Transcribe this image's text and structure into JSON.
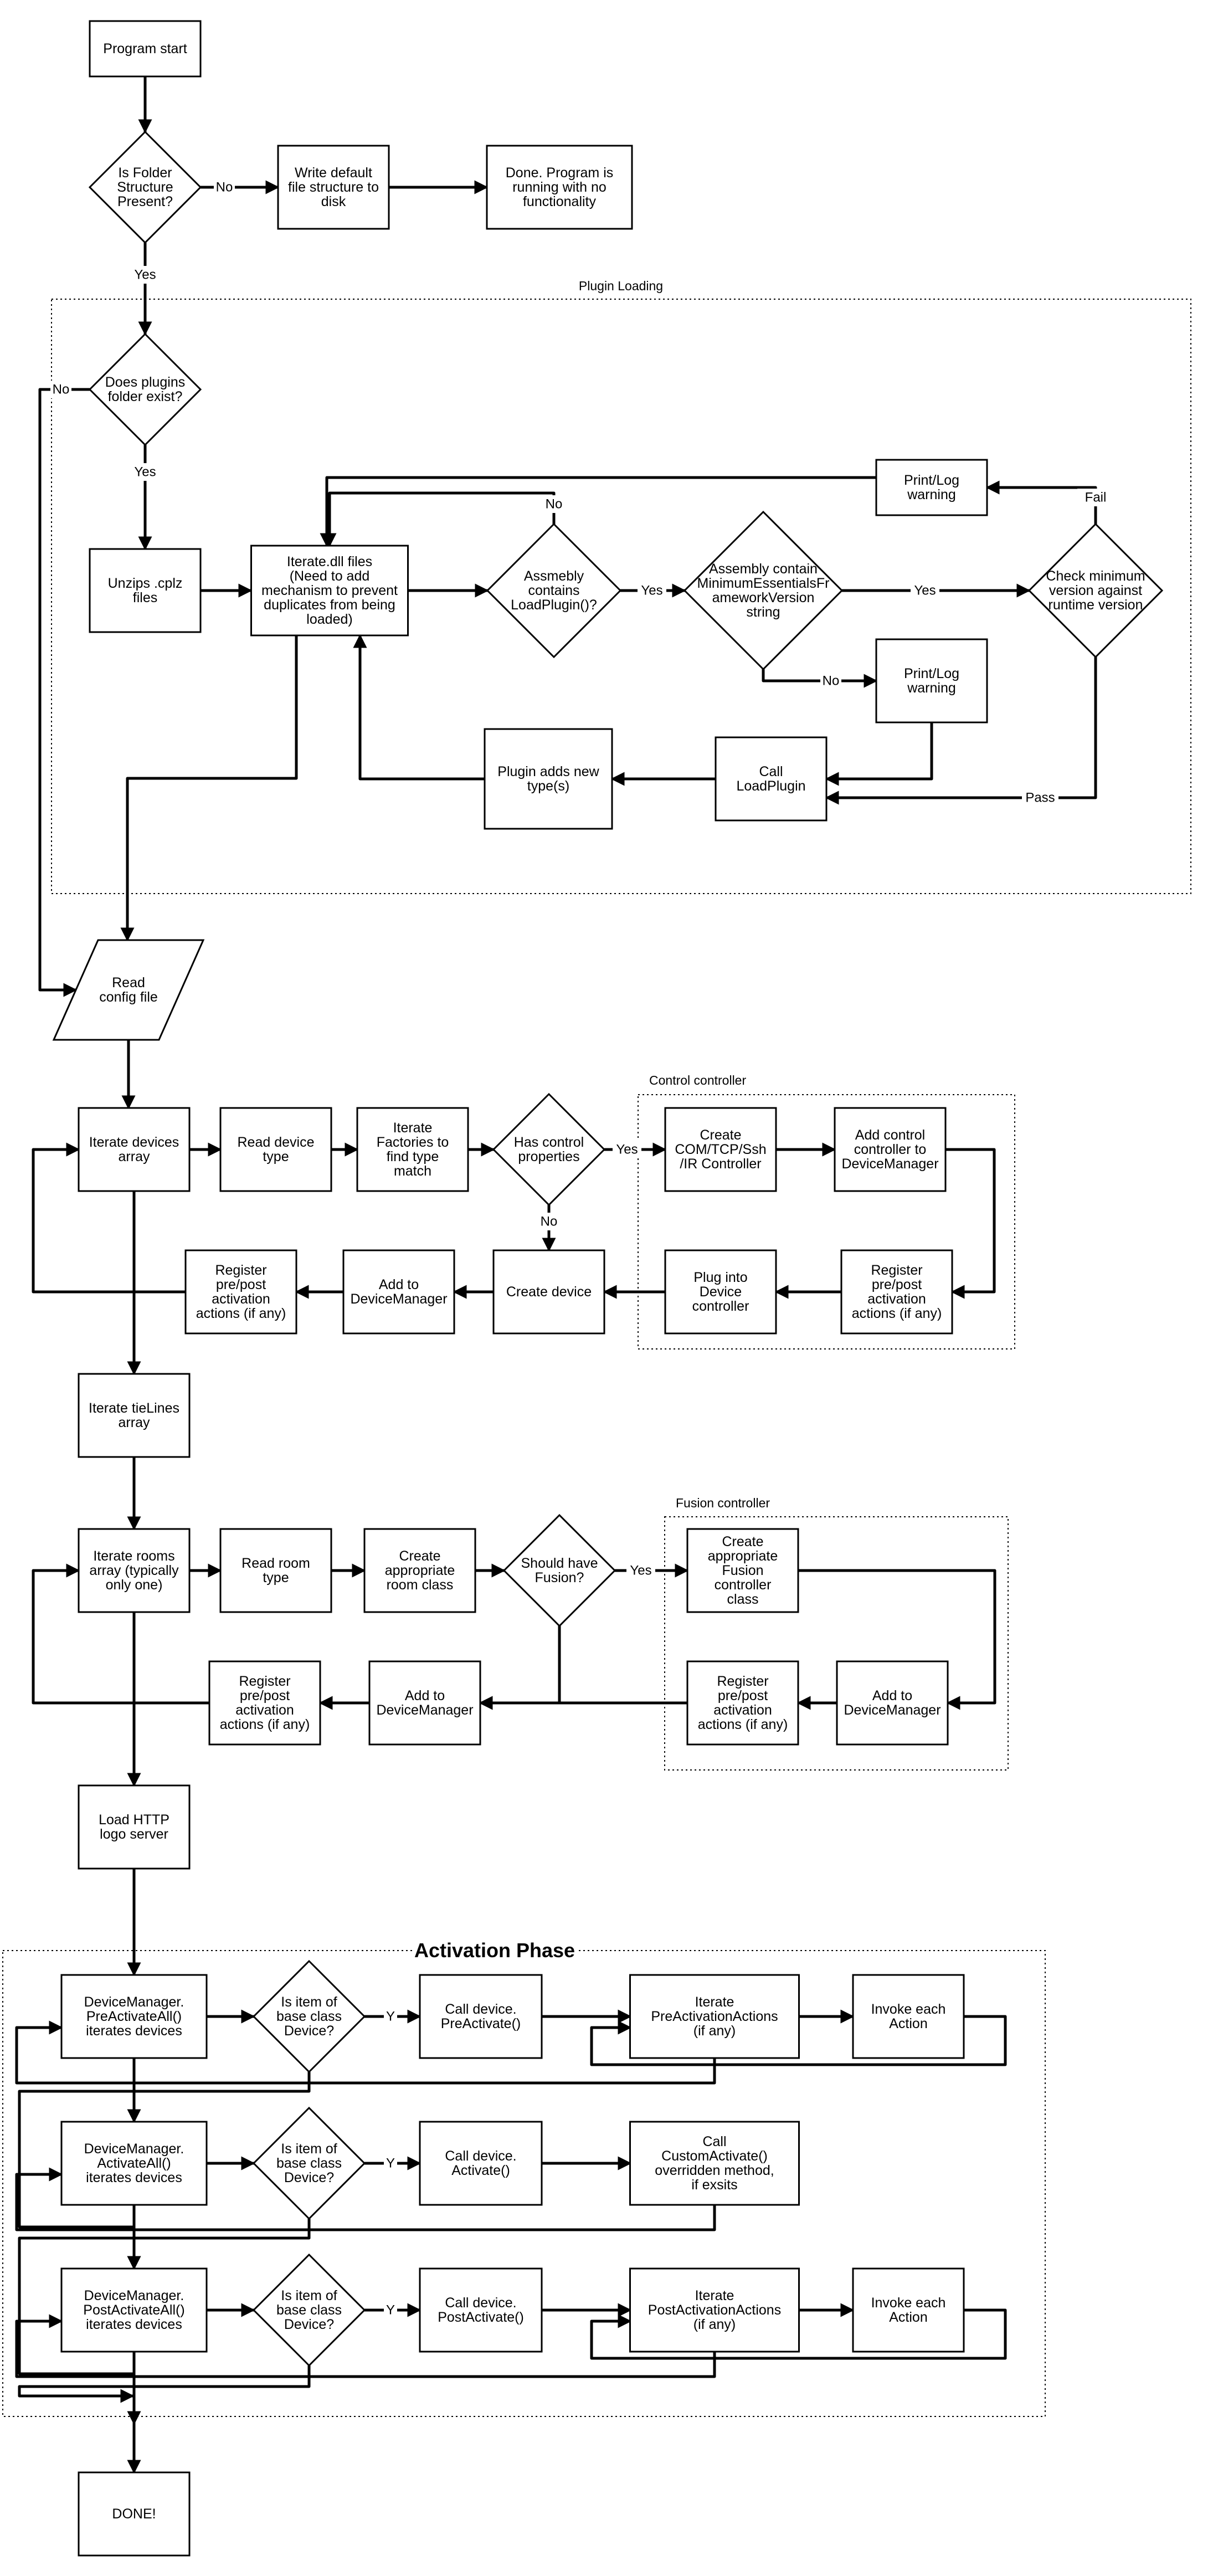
{
  "groups": {
    "plugin_loading": "Plugin Loading",
    "control_controller": "Control controller",
    "fusion_controller": "Fusion controller",
    "activation_phase": "Activation Phase"
  },
  "nodes": {
    "program_start": [
      "Program start"
    ],
    "folder_present": [
      "Is Folder",
      "Structure",
      "Present?"
    ],
    "write_default": [
      "Write default",
      "file structure to",
      "disk"
    ],
    "done_nofunc": [
      "Done.  Program is",
      "running with no",
      "functionality"
    ],
    "plugins_exist": [
      "Does plugins",
      "folder exist?"
    ],
    "print_warn_1": [
      "Print/Log",
      "warning"
    ],
    "unzip": [
      "Unzips .cplz",
      "files"
    ],
    "iterate_dll": [
      "Iterate.dll files",
      "(Need to add",
      "mechanism to prevent",
      "duplicates from being",
      "loaded)"
    ],
    "contains_loadplugin": [
      "Assmebly",
      "contains",
      "LoadPlugin()?"
    ],
    "contains_minver": [
      "Assembly contain",
      "MinimumEssentialsFr",
      "ameworkVersion",
      "string"
    ],
    "check_min": [
      "Check minimum",
      "version against",
      "runtime version"
    ],
    "print_warn_2": [
      "Print/Log",
      "warning"
    ],
    "call_loadplugin": [
      "Call",
      "LoadPlugin"
    ],
    "plugin_adds": [
      "Plugin adds new",
      "type(s)"
    ],
    "read_config": [
      "Read",
      "config file"
    ],
    "iter_devices": [
      "Iterate devices",
      "array"
    ],
    "read_device_type": [
      "Read device",
      "type"
    ],
    "iter_factories": [
      "Iterate",
      "Factories to",
      "find type",
      "match"
    ],
    "has_control": [
      "Has control",
      "properties"
    ],
    "create_com": [
      "Create",
      "COM/TCP/Ssh",
      "/IR Controller"
    ],
    "add_control": [
      "Add control",
      "controller to",
      "DeviceManager"
    ],
    "register_1": [
      "Register",
      "pre/post",
      "activation",
      "actions (if any)"
    ],
    "add_dm_1": [
      "Add to",
      "DeviceManager"
    ],
    "create_device": [
      "Create device"
    ],
    "plug_into": [
      "Plug into",
      "Device",
      "controller"
    ],
    "register_2": [
      "Register",
      "pre/post",
      "activation",
      "actions (if any)"
    ],
    "iter_tielines": [
      "Iterate tieLines",
      "array"
    ],
    "iter_rooms": [
      "Iterate rooms",
      "array (typically",
      "only one)"
    ],
    "read_room_type": [
      "Read room",
      "type"
    ],
    "create_room": [
      "Create",
      "appropriate",
      "room class"
    ],
    "should_fusion": [
      "Should have",
      "Fusion?"
    ],
    "create_fusion": [
      "Create",
      "appropriate",
      "Fusion",
      "controller",
      "class"
    ],
    "register_3": [
      "Register",
      "pre/post",
      "activation",
      "actions (if any)"
    ],
    "add_dm_2": [
      "Add to",
      "DeviceManager"
    ],
    "register_4": [
      "Register",
      "pre/post",
      "activation",
      "actions (if any)"
    ],
    "add_dm_3": [
      "Add to",
      "DeviceManager"
    ],
    "load_http": [
      "Load HTTP",
      "logo server"
    ],
    "dm_pre": [
      "DeviceManager.",
      "PreActivateAll()",
      "iterates devices"
    ],
    "base_1": [
      "Is item of",
      "base class",
      "Device?"
    ],
    "call_pre": [
      "Call device.",
      "PreActivate()"
    ],
    "iter_pre_actions": [
      "Iterate",
      "PreActivationActions",
      "(if any)"
    ],
    "invoke_1": [
      "Invoke each",
      "Action"
    ],
    "dm_act": [
      "DeviceManager.",
      "ActivateAll()",
      "iterates devices"
    ],
    "base_2": [
      "Is item of",
      "base class",
      "Device?"
    ],
    "call_act": [
      "Call device.",
      "Activate()"
    ],
    "call_custom": [
      "Call",
      "CustomActivate()",
      "overridden method,",
      "if exsits"
    ],
    "dm_post": [
      "DeviceManager.",
      "PostActivateAll()",
      "iterates devices"
    ],
    "base_3": [
      "Is item of",
      "base class",
      "Device?"
    ],
    "call_post": [
      "Call device.",
      "PostActivate()"
    ],
    "iter_post_actions": [
      "Iterate",
      "PostActivationActions",
      "(if any)"
    ],
    "invoke_2": [
      "Invoke each",
      "Action"
    ],
    "done": [
      "DONE!"
    ]
  },
  "edge_labels": {
    "folder_no": "No",
    "folder_yes": "Yes",
    "plugins_no": "No",
    "plugins_yes": "Yes",
    "loadplugin_no": "No",
    "loadplugin_yes": "Yes",
    "minver_yes": "Yes",
    "minver_no": "No",
    "check_fail": "Fail",
    "check_pass": "Pass",
    "control_yes": "Yes",
    "control_no": "No",
    "fusion_yes": "Yes",
    "base1_y": "Y",
    "base2_y": "Y",
    "base3_y": "Y"
  }
}
